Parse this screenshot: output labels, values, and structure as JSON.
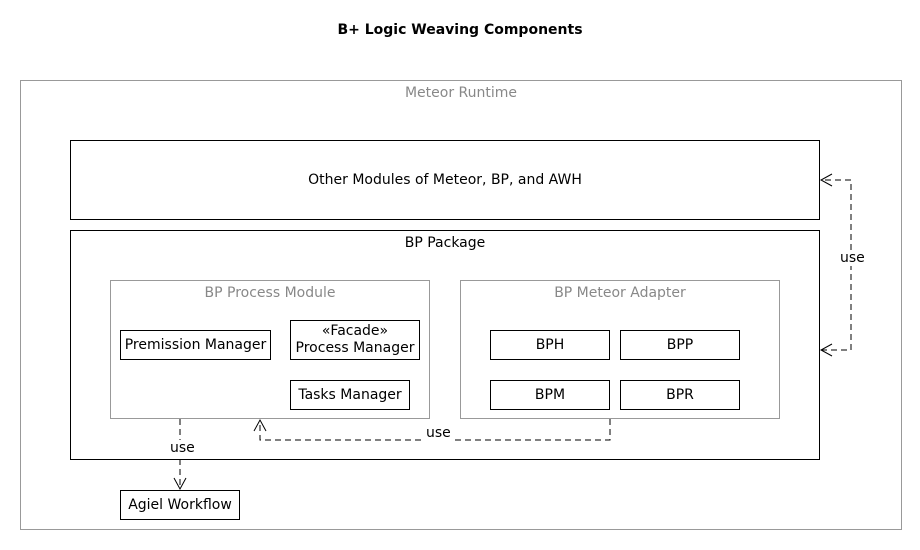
{
  "diagram": {
    "title": "B+ Logic Weaving Components",
    "runtime": {
      "label": "Meteor Runtime"
    },
    "other_modules": {
      "label": "Other Modules of Meteor, BP, and AWH"
    },
    "bp_package": {
      "label": "BP Package"
    },
    "process_module": {
      "label": "BP Process Module",
      "components": {
        "permission_manager": "Premission Manager",
        "facade_stereotype": "«Facade»",
        "process_manager": "Process Manager",
        "tasks_manager": "Tasks Manager"
      }
    },
    "meteor_adapter": {
      "label": "BP Meteor Adapter",
      "components": {
        "bph": "BPH",
        "bpp": "BPP",
        "bpm": "BPM",
        "bpr": "BPR"
      }
    },
    "agiel_workflow": {
      "label": "Agiel Workflow"
    },
    "connectors": {
      "use_right": "use",
      "use_adapter": "use",
      "use_workflow": "use"
    },
    "colors": {
      "frame_gray": "#999999",
      "caption_gray": "#888888",
      "line": "#000000",
      "background": "#ffffff"
    }
  }
}
